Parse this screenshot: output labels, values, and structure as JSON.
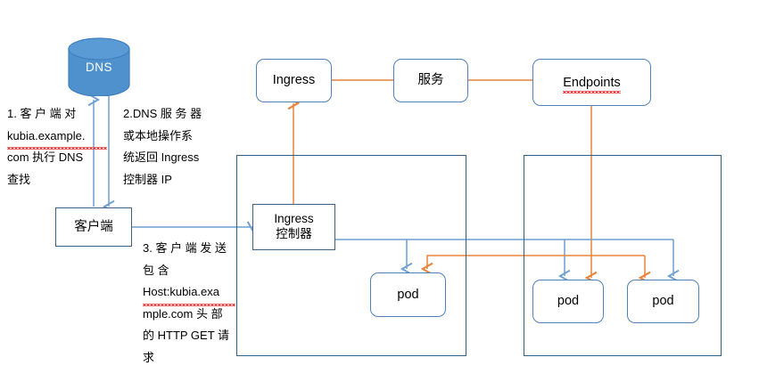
{
  "diagram": {
    "title": "Kubernetes Ingress request flow",
    "colors": {
      "blue_border": "#4f81bd",
      "blue_arrow": "#6f9fd0",
      "orange_arrow": "#e8833a",
      "dns_fill": "#4f91cd",
      "container_border": "#2e5f8a",
      "spellcheck_red": "#e03131"
    },
    "nodes": {
      "dns": {
        "label": "DNS",
        "shape": "cylinder"
      },
      "client": {
        "label": "客户端",
        "shape": "rect"
      },
      "ingress": {
        "label": "Ingress",
        "shape": "rounded-rect"
      },
      "service": {
        "label": "服务",
        "shape": "rounded-rect"
      },
      "endpoints": {
        "label": "Endpoints",
        "shape": "rounded-rect",
        "misspelled": true
      },
      "ingress_controller": {
        "label_line1": "Ingress",
        "label_line2": "控制器",
        "shape": "rect"
      },
      "pod_left": {
        "label": "pod",
        "shape": "rounded-rect"
      },
      "pod_mid": {
        "label": "pod",
        "shape": "rounded-rect"
      },
      "pod_right": {
        "label": "pod",
        "shape": "rounded-rect"
      }
    },
    "annotations": {
      "step1": {
        "lines": [
          "1. 客 户 端 对",
          "kubia.example.",
          "com 执行 DNS",
          "查找"
        ],
        "misspelled_line_index": 1
      },
      "step2": {
        "lines": [
          "2.DNS 服 务 器",
          "或本地操作系",
          "统返回 Ingress",
          "控制器 IP"
        ]
      },
      "step3": {
        "lines": [
          "3. 客 户 端 发 送",
          "包                 含",
          "Host:kubia.exa",
          "mple.com 头 部",
          "的 HTTP GET 请",
          "求"
        ],
        "misspelled_line_index": 2
      }
    }
  }
}
